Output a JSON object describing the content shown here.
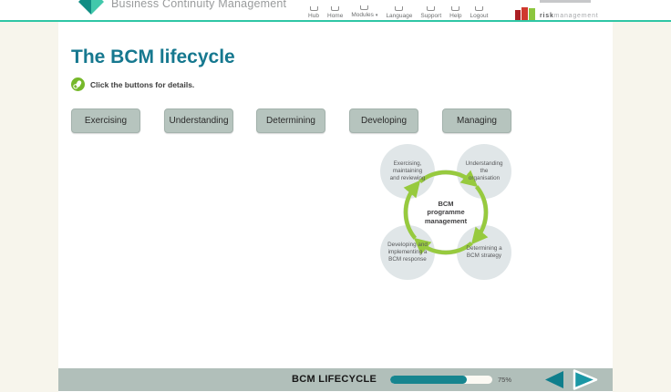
{
  "header": {
    "brand_title": "Business Continuity Management",
    "nav": [
      {
        "label": "Hub"
      },
      {
        "label": "Home"
      },
      {
        "label": "Modules",
        "caret": "▾"
      },
      {
        "label": "Language"
      },
      {
        "label": "Support"
      },
      {
        "label": "Help"
      },
      {
        "label": "Logout"
      }
    ],
    "corp_logo": {
      "risk": "risk",
      "management": "management"
    }
  },
  "main": {
    "title": "The BCM lifecycle",
    "instruction": "Click the buttons for details.",
    "buttons": [
      "Exercising",
      "Understanding",
      "Determining",
      "Developing",
      "Managing"
    ]
  },
  "diagram": {
    "center": "BCM\nprogramme\nmanagement",
    "nodes": {
      "top_left": "Exercising,\nmaintaining\nand reviewing",
      "top_right": "Understanding\nthe\norganisation",
      "bottom_right": "Determining a\nBCM strategy",
      "bottom_left": "Developing and\nimplementing a\nBCM response"
    }
  },
  "footer": {
    "title": "BCM LIFECYCLE",
    "progress_percent": 75,
    "progress_label": "75%"
  },
  "colors": {
    "accent_teal": "#2fc6a5",
    "title_teal": "#16788f",
    "button_sage": "#b6c4be",
    "footer_sage": "#b1bfba",
    "arrow_green": "#97ca3e",
    "circle_fill": "#dde3e6",
    "progress_teal": "#17858f",
    "logo_red": "#ab1f24",
    "logo_green": "#8cc63e"
  }
}
